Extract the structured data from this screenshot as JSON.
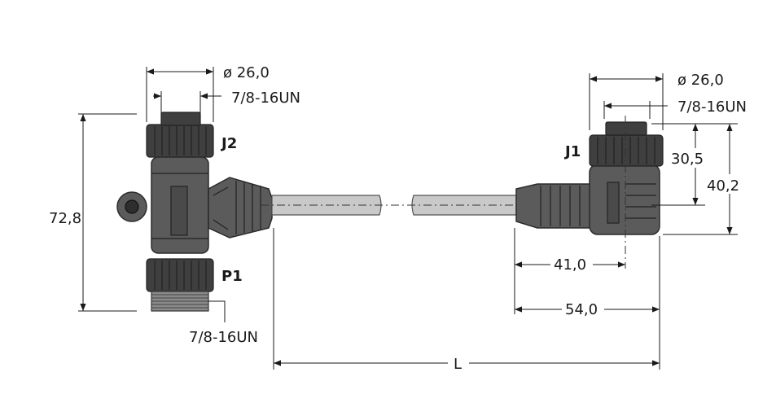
{
  "labels": {
    "j2": "J2",
    "p1": "P1",
    "j1": "J1"
  },
  "dimensions": {
    "left_diameter": "ø 26,0",
    "left_thread_top": "7/8-16UN",
    "left_height": "72,8",
    "left_thread_bottom": "7/8-16UN",
    "right_diameter": "ø 26,0",
    "right_thread": "7/8-16UN",
    "right_height_inner": "30,5",
    "right_height_outer": "40,2",
    "right_len_inner": "41,0",
    "right_len_outer": "54,0",
    "cable_length": "L"
  },
  "colors": {
    "connector_body": "#5b5b5b",
    "connector_dark": "#3f3f3f",
    "cable": "#c9c9c9",
    "lines": "#1a1a1a"
  }
}
